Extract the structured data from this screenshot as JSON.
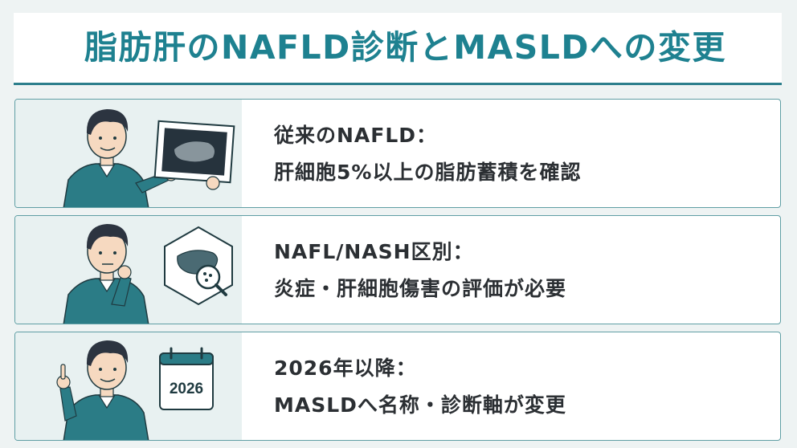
{
  "header": {
    "title": "脂肪肝のNAFLD診断とMASLDへの変更"
  },
  "cards": [
    {
      "line1": "従来のNAFLD：",
      "line2": "肝細胞5%以上の脂肪蓄積を確認",
      "icon": "ultrasound-image-icon"
    },
    {
      "line1": "NAFL/NASH区別：",
      "line2": "炎症・肝細胞傷害の評価が必要",
      "icon": "liver-magnifier-icon"
    },
    {
      "line1": "2026年以降：",
      "line2": "MASLDへ名称・診断軸が変更",
      "icon": "calendar-icon",
      "calendar_year": "2026"
    }
  ],
  "colors": {
    "accent": "#1e8190",
    "sweater": "#2b7c86",
    "card_border": "#5f9ea4",
    "panel": "#e8f1f1"
  }
}
